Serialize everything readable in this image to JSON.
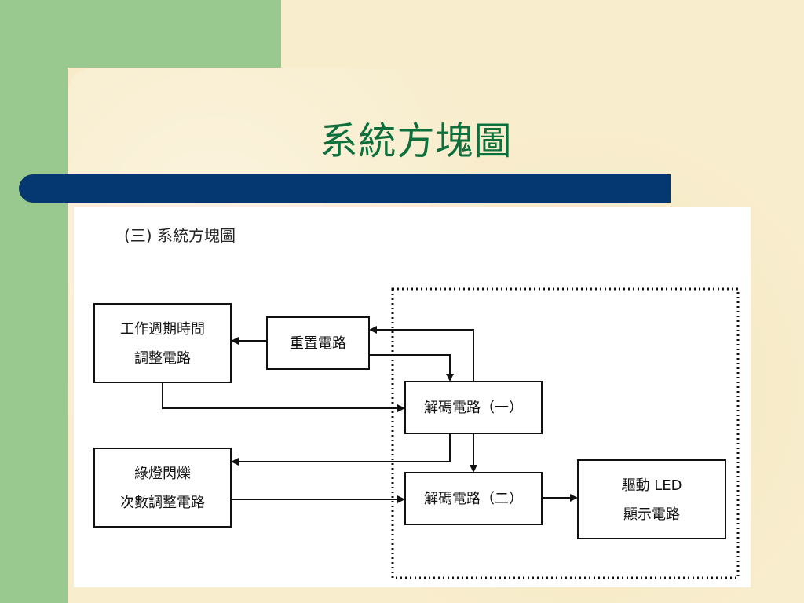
{
  "slide": {
    "title": "系統方塊圖",
    "colors": {
      "green": "#99c98f",
      "parchment": "#f8edcd",
      "title_text": "#0c6f3c",
      "title_bar": "#053870"
    }
  },
  "figure": {
    "caption": "(三) 系統方塊圖",
    "blocks": {
      "work_cycle": {
        "line1": "工作週期時間",
        "line2": "調整電路"
      },
      "reset": {
        "line1": "重置電路"
      },
      "decoder1": {
        "line1": "解碼電路（一）"
      },
      "green_flash": {
        "line1": "綠燈閃爍",
        "line2": "次數調整電路"
      },
      "decoder2": {
        "line1": "解碼電路（二）"
      },
      "led_driver": {
        "line1": "驅動 LED",
        "line2": "顯示電路"
      }
    }
  }
}
